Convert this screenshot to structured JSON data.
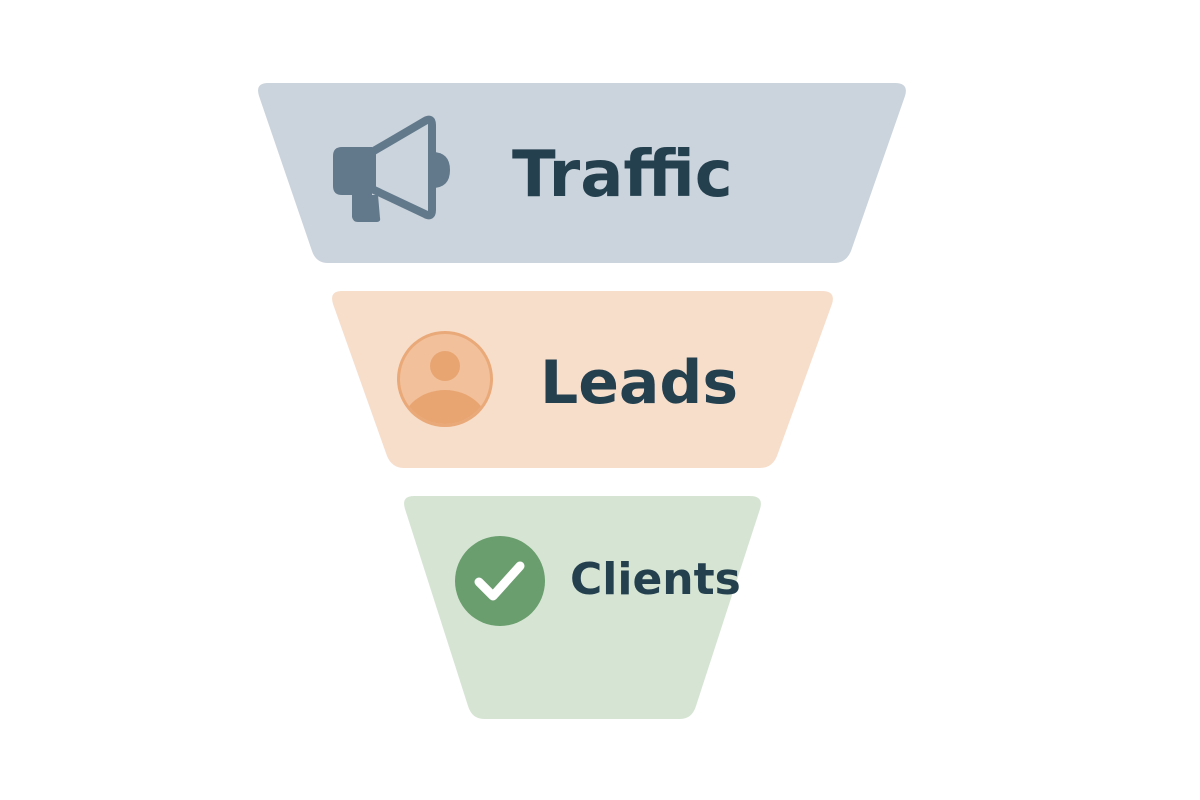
{
  "funnel": {
    "stages": [
      {
        "label": "Traffic",
        "icon": "megaphone-icon",
        "fill": "#cbd4dc",
        "icon_color": "#62798c"
      },
      {
        "label": "Leads",
        "icon": "user-avatar-icon",
        "fill": "#f7decb",
        "icon_color": "#eaa978"
      },
      {
        "label": "Clients",
        "icon": "check-circle-icon",
        "fill": "#d6e5d3",
        "icon_color": "#6a9e6e"
      }
    ],
    "text_color": "#24404f"
  }
}
